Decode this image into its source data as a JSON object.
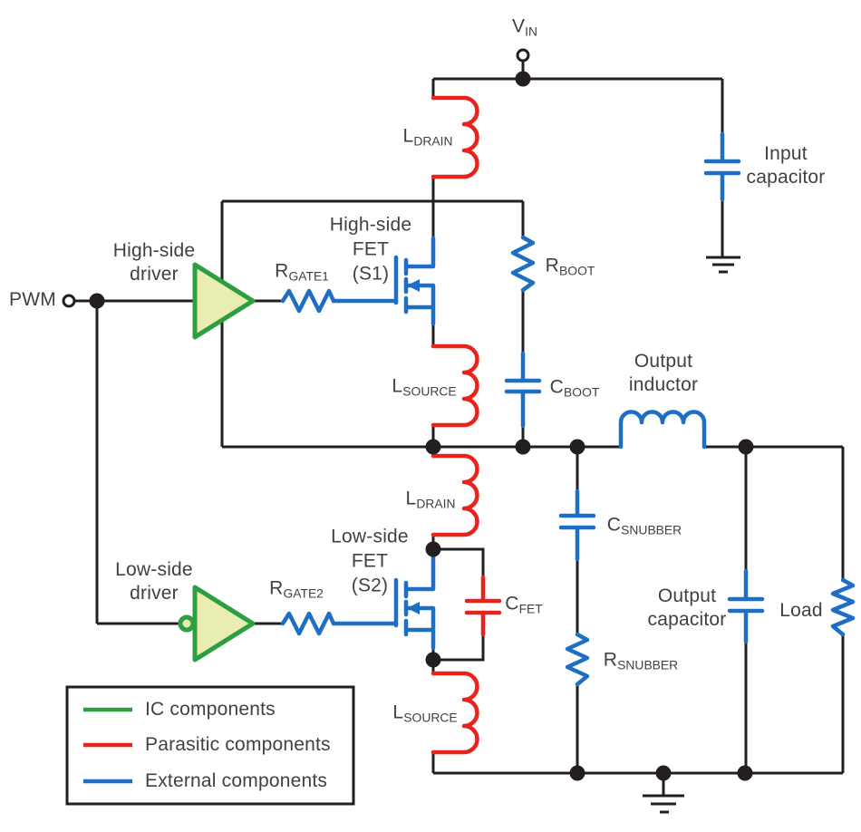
{
  "terminals": {
    "vin": {
      "main": "V",
      "sub": "IN"
    },
    "pwm": "PWM"
  },
  "drivers": {
    "high_side": [
      "High-side",
      "driver"
    ],
    "low_side": [
      "Low-side",
      "driver"
    ]
  },
  "fets": {
    "high_side": [
      "High-side",
      "FET",
      "(S1)"
    ],
    "low_side": [
      "Low-side",
      "FET",
      "(S2)"
    ]
  },
  "components": {
    "r_gate1": {
      "main": "R",
      "sub": "GATE1"
    },
    "r_gate2": {
      "main": "R",
      "sub": "GATE2"
    },
    "r_boot": {
      "main": "R",
      "sub": "BOOT"
    },
    "c_boot": {
      "main": "C",
      "sub": "BOOT"
    },
    "l_drain": {
      "main": "L",
      "sub": "DRAIN"
    },
    "l_source": {
      "main": "L",
      "sub": "SOURCE"
    },
    "c_fet": {
      "main": "C",
      "sub": "FET"
    },
    "c_snubber": {
      "main": "C",
      "sub": "SNUBBER"
    },
    "r_snubber": {
      "main": "R",
      "sub": "SNUBBER"
    },
    "output_inductor": [
      "Output",
      "inductor"
    ],
    "output_capacitor": [
      "Output",
      "capacitor"
    ],
    "input_capacitor": [
      "Input",
      "capacitor"
    ],
    "load": "Load"
  },
  "legend": {
    "items": [
      {
        "label": "IC components",
        "color": "#2d9e41"
      },
      {
        "label": "Parasitic components",
        "color": "#e8231d"
      },
      {
        "label": "External components",
        "color": "#1e6ec4"
      }
    ]
  },
  "colors": {
    "wire": "#231f20",
    "ic": "#2d9e41",
    "ic_fill": "#e9edb2",
    "parasitic": "#e8231d",
    "external": "#1e6ec4",
    "text": "#414042",
    "bg": "#ffffff"
  }
}
